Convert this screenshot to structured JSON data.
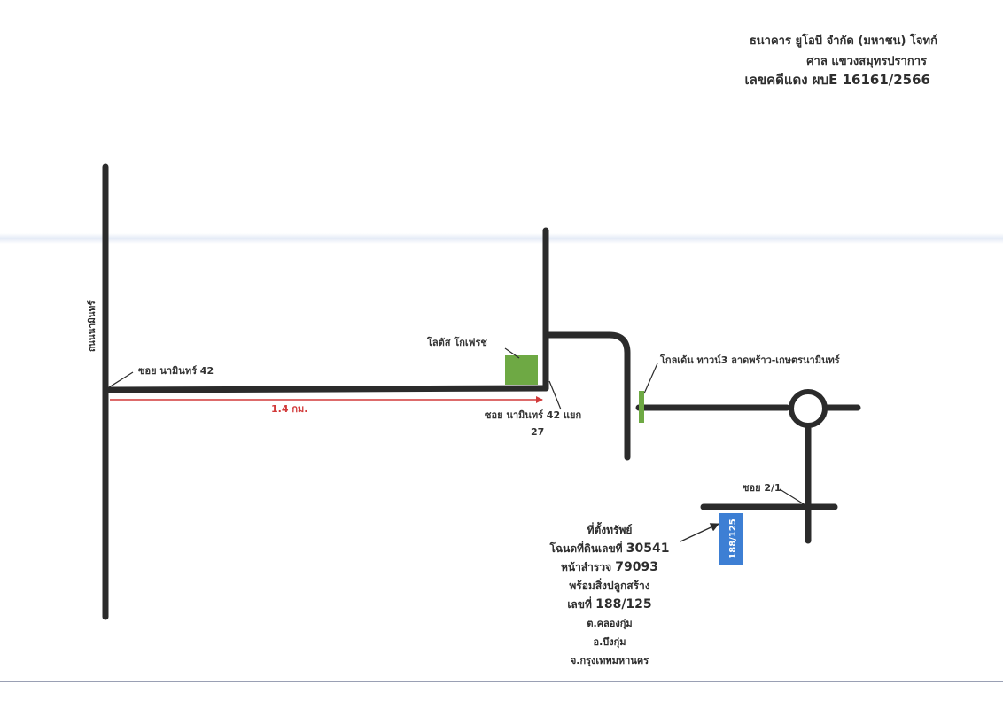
{
  "header": {
    "line1": "ธนาคาร ยูโอบี จำกัด (มหาชน)   โจทก์",
    "line2": "ศาล แขวงสมุทรปราการ",
    "line3": "เลขคดีแดง ผบE 16161/2566"
  },
  "roads": {
    "main_road": "ถนนนามินทร์",
    "soi_42": "ซอย นามินทร์ 42",
    "soi_42_27_line1": "ซอย นามินทร์ 42 แยก",
    "soi_42_27_line2": "27",
    "soi_2_1": "ซอย 2/1"
  },
  "distance": "1.4 กม.",
  "landmarks": {
    "lotus": "โลตัส โกเฟรช",
    "golden_town": "โกลเด้น ทาวน์3 ลาดพร้าว-เกษตรนามินทร์"
  },
  "property_marker": "188/125",
  "property": {
    "title": "ที่ตั้งทรัพย์",
    "deed_label": "โฉนดที่ดินเลขที่",
    "deed_no": "30541",
    "survey_label": "หน้าสำรวจ",
    "survey_no": "79093",
    "building": "พร้อมสิ่งปลูกสร้าง",
    "house_label": "เลขที่",
    "house_no": "188/125",
    "subdistrict": "ต.คลองกุ่ม",
    "district": "อ.บึงกุ่ม",
    "province": "จ.กรุงเทพมหานคร"
  },
  "colors": {
    "road": "#2b2b2b",
    "route_arrow": "#d23a3a",
    "landmark": "#6ea944",
    "property_marker": "#3d7fd4"
  }
}
